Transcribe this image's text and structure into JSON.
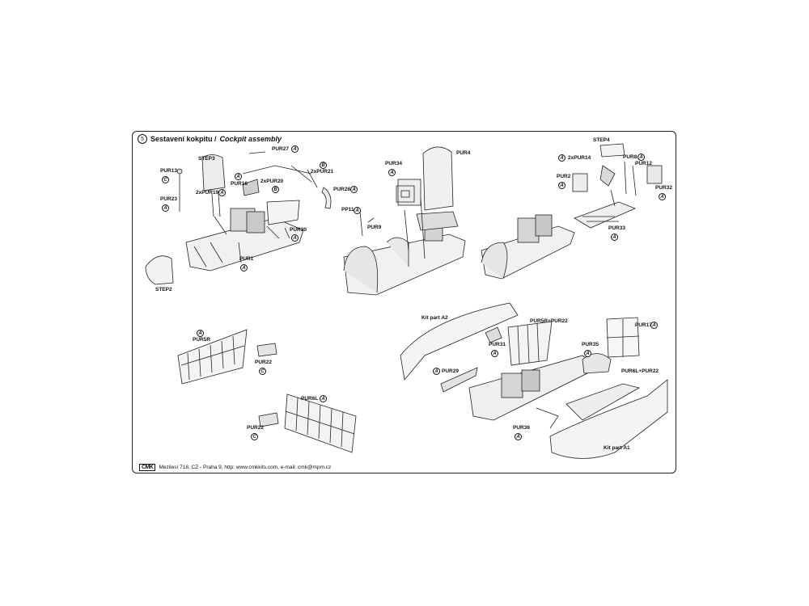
{
  "header": {
    "step": "5",
    "title_cz": "Sestavení kokpitu /",
    "title_en": "Cockpit assembly"
  },
  "footer": {
    "logo": "CMK",
    "address": "Mezilesí 718, CZ - Praha 9,  http: www.cmkkits.com, e-mail: cmk@mpm.cz"
  },
  "callouts": [
    {
      "id": "c1",
      "label": "PUR27",
      "marker": "A"
    },
    {
      "id": "c2",
      "label": "STEP3",
      "marker": ""
    },
    {
      "id": "c3",
      "label": "PUR13",
      "marker": "C"
    },
    {
      "id": "c4",
      "label": "PUR16",
      "marker": "A"
    },
    {
      "id": "c5",
      "label": "2xPUR20",
      "marker": "B"
    },
    {
      "id": "c6",
      "label": "2xPUR21",
      "marker": "B"
    },
    {
      "id": "c7",
      "label": "2xPUR19",
      "marker": "A"
    },
    {
      "id": "c8",
      "label": "PUR23",
      "marker": "A"
    },
    {
      "id": "c9",
      "label": "PUR28",
      "marker": "A"
    },
    {
      "id": "c10",
      "label": "PUR30",
      "marker": "A"
    },
    {
      "id": "c11",
      "label": "PUR1",
      "marker": "A"
    },
    {
      "id": "c12",
      "label": "STEP2",
      "marker": ""
    },
    {
      "id": "c13",
      "label": "PUR4",
      "marker": ""
    },
    {
      "id": "c14",
      "label": "PUR34",
      "marker": "A"
    },
    {
      "id": "c15",
      "label": "PP11",
      "marker": "A"
    },
    {
      "id": "c16",
      "label": "PUR9",
      "marker": ""
    },
    {
      "id": "c17",
      "label": "STEP4",
      "marker": ""
    },
    {
      "id": "c18",
      "label": "2xPUR14",
      "marker": "A"
    },
    {
      "id": "c19",
      "label": "PUR8",
      "marker": "A"
    },
    {
      "id": "c20",
      "label": "PUR12",
      "marker": ""
    },
    {
      "id": "c21",
      "label": "PUR2",
      "marker": "A"
    },
    {
      "id": "c22",
      "label": "PUR32",
      "marker": "A"
    },
    {
      "id": "c23",
      "label": "PUR33",
      "marker": "A"
    },
    {
      "id": "c24",
      "label": "PUR5R",
      "marker": "A"
    },
    {
      "id": "c25",
      "label": "PUR22",
      "marker": "C"
    },
    {
      "id": "c26",
      "label": "PUR6L",
      "marker": "A"
    },
    {
      "id": "c27",
      "label": "PUR22",
      "marker": "C"
    },
    {
      "id": "c28",
      "label": "Kit part A2",
      "marker": ""
    },
    {
      "id": "c29",
      "label": "PUR5R+PUR22",
      "marker": ""
    },
    {
      "id": "c30",
      "label": "PUR17",
      "marker": "A"
    },
    {
      "id": "c31",
      "label": "PUR31",
      "marker": "A"
    },
    {
      "id": "c32",
      "label": "PUR35",
      "marker": "A"
    },
    {
      "id": "c33",
      "label": "PUR29",
      "marker": "A"
    },
    {
      "id": "c34",
      "label": "PUR6L+PUR22",
      "marker": ""
    },
    {
      "id": "c35",
      "label": "PUR36",
      "marker": "A"
    },
    {
      "id": "c36",
      "label": "Kit part A1",
      "marker": ""
    }
  ]
}
